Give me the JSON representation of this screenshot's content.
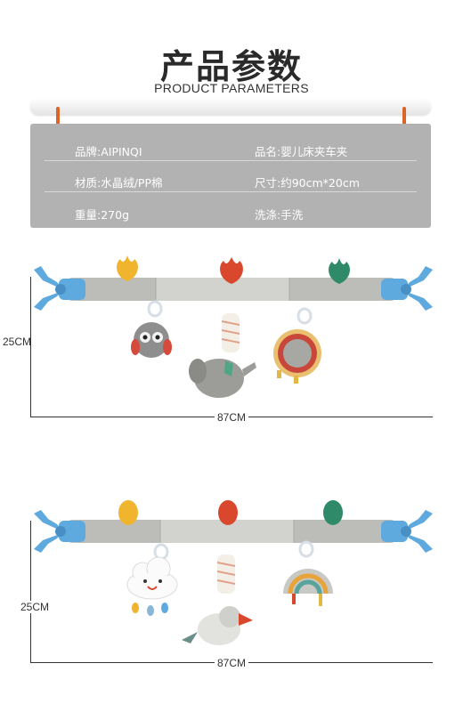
{
  "header": {
    "title": "产品参数",
    "subtitle": "PRODUCT PARAMETERS"
  },
  "params": [
    {
      "label": "品牌:AIPINQI"
    },
    {
      "label": "品名:婴儿床夹车夹"
    },
    {
      "label": "材质:水晶绒/PP棉"
    },
    {
      "label": "尺寸:约90cm*20cm"
    },
    {
      "label": "重量:270g"
    },
    {
      "label": "洗涤:手洗"
    }
  ],
  "figure1": {
    "height_label": "25CM",
    "width_label": "87CM"
  },
  "figure2": {
    "height_label": "25CM",
    "width_label": "87CM"
  },
  "colors": {
    "panel": "#b2b2b2",
    "clip_blue": "#5ea9dd",
    "bar_gray": "#b9b9b5",
    "leaf_yellow": "#f0b42e",
    "leaf_red": "#d9472c",
    "leaf_green": "#2f8a6a",
    "peg_orange": "#d9652a"
  }
}
